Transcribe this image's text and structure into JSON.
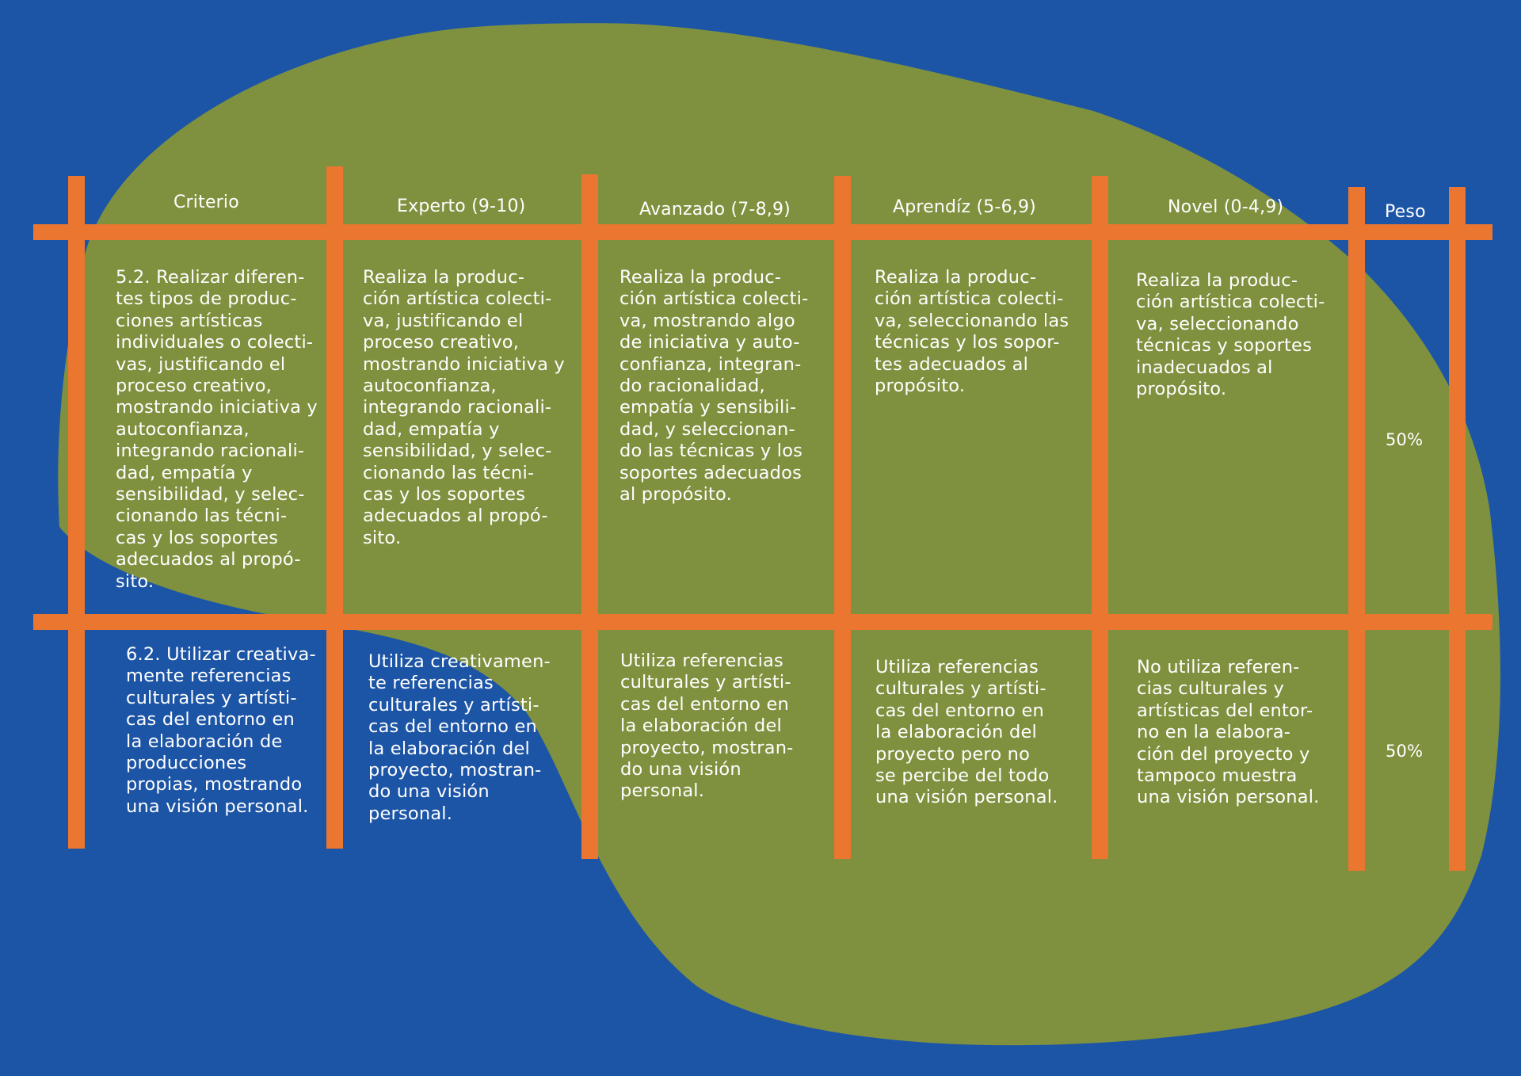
{
  "colors": {
    "background": "#1d55a6",
    "blob": "#7f913f",
    "grid": "#ea7630",
    "text": "#ffffff"
  },
  "headers": {
    "criterio": "Criterio",
    "experto": "Experto  (9-10)",
    "avanzado": "Avanzado  (7-8,9)",
    "aprendiz": "Aprendíz (5-6,9)",
    "novel": "Novel (0-4,9)",
    "peso": "Peso"
  },
  "rows": [
    {
      "criterio": " 5.2. Realizar diferen-\ntes tipos de produc-\nciones artísticas\nindividuales o colecti-\nvas, justificando el\nproceso creativo,\nmostrando iniciativa y\nautoconfianza,\nintegrando racionali-\ndad, empatía y\nsensibilidad, y selec-\ncionando las técni-\ncas y los soportes\nadecuados al propó-\nsito.",
      "experto": " Realiza la produc-\nción artística colecti-\nva, justificando el\nproceso creativo,\nmostrando iniciativa y\nautoconfianza,\nintegrando racionali-\ndad, empatía y\nsensibilidad, y selec-\ncionando las técni-\ncas y los soportes\nadecuados al propó-\nsito.",
      "avanzado": " Realiza la produc-\nción artística colecti-\nva, mostrando algo\nde iniciativa y auto-\nconfianza, integran-\ndo racionalidad,\nempatía y sensibili-\ndad, y seleccionan-\ndo las técnicas y los\nsoportes adecuados\nal propósito.",
      "aprendiz": " Realiza la produc-\nción artística colecti-\nva, seleccionando las\ntécnicas y los sopor-\ntes adecuados al\npropósito.",
      "novel": " Realiza la produc-\nción artística colecti-\nva, seleccionando\ntécnicas y soportes\ninadecuados al\npropósito.",
      "peso": "50%"
    },
    {
      "criterio": "6.2. Utilizar creativa-\nmente referencias\nculturales y artísti-\ncas del entorno en\nla elaboración de\nproducciones\npropias, mostrando\nuna visión personal.",
      "experto": "Utiliza creativamen-\nte referencias\nculturales y artísti-\ncas del entorno en\nla elaboración del\nproyecto, mostran-\ndo una visión\npersonal.",
      "avanzado": "Utiliza referencias\nculturales y artísti-\ncas del entorno en\nla elaboración del\nproyecto, mostran-\ndo una visión\npersonal.",
      "aprendiz": "Utiliza referencias\nculturales y artísti-\ncas del entorno en\nla elaboración del\nproyecto pero no\nse percibe del todo\nuna visión personal.",
      "novel": "No utiliza referen-\ncias culturales y\nartísticas del entor-\nno en la elabora-\nción del proyecto y\ntampoco  muestra\nuna visión personal.",
      "peso": "50%"
    }
  ]
}
